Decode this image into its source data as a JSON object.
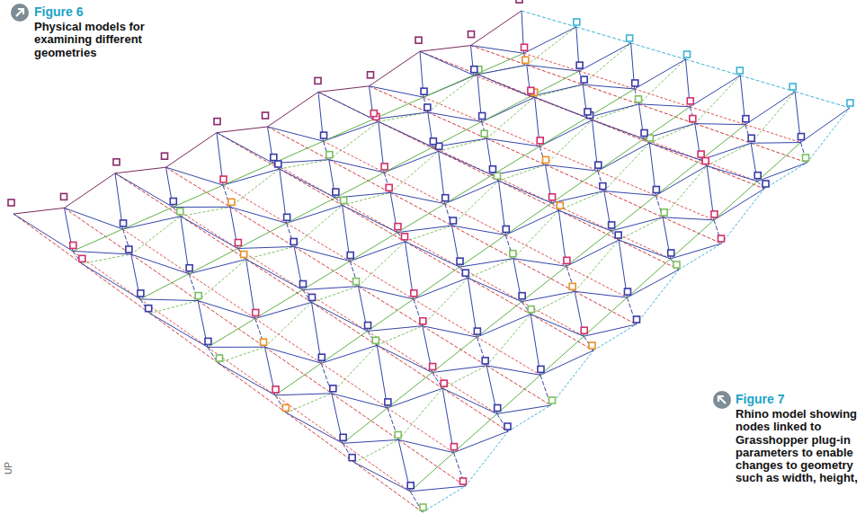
{
  "diagram": {
    "labels": [
      "Figure 6",
      "Physical models for examining different geometries",
      "Figure 7",
      "Rhino model showing nodes linked to Grasshopper plug-in parameters to enable changes to geometry such as width, height,",
      "UP"
    ]
  }
}
